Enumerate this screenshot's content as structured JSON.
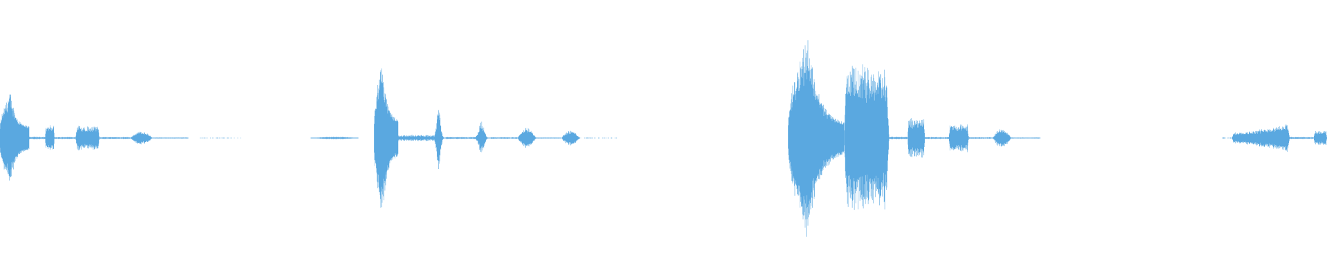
{
  "waveform": {
    "color": "#5aa8e0",
    "background": "#ffffff",
    "segments": [
      {
        "kind": "burst",
        "start": 0.0,
        "end": 0.022,
        "peak": 0.38,
        "body": 0.08
      },
      {
        "kind": "tail",
        "start": 0.022,
        "end": 0.034,
        "peak": 0.01
      },
      {
        "kind": "block",
        "start": 0.034,
        "end": 0.041,
        "peak": 0.1
      },
      {
        "kind": "tail",
        "start": 0.041,
        "end": 0.057,
        "peak": 0.008
      },
      {
        "kind": "block",
        "start": 0.057,
        "end": 0.075,
        "peak": 0.1
      },
      {
        "kind": "tail",
        "start": 0.075,
        "end": 0.098,
        "peak": 0.008
      },
      {
        "kind": "blob",
        "start": 0.098,
        "end": 0.115,
        "peak": 0.055
      },
      {
        "kind": "tail",
        "start": 0.115,
        "end": 0.142,
        "peak": 0.004
      },
      {
        "kind": "dots",
        "start": 0.15,
        "end": 0.182,
        "peak": 0.003
      },
      {
        "kind": "thin",
        "start": 0.234,
        "end": 0.27,
        "peak": 0.01
      },
      {
        "kind": "burst",
        "start": 0.282,
        "end": 0.3,
        "peak": 0.62,
        "body": 0.12
      },
      {
        "kind": "tail",
        "start": 0.3,
        "end": 0.327,
        "peak": 0.025
      },
      {
        "kind": "spike",
        "start": 0.327,
        "end": 0.336,
        "peak": 0.28
      },
      {
        "kind": "tail",
        "start": 0.336,
        "end": 0.358,
        "peak": 0.008
      },
      {
        "kind": "spike",
        "start": 0.358,
        "end": 0.37,
        "peak": 0.14
      },
      {
        "kind": "tail",
        "start": 0.37,
        "end": 0.39,
        "peak": 0.006
      },
      {
        "kind": "blob",
        "start": 0.39,
        "end": 0.404,
        "peak": 0.08
      },
      {
        "kind": "tail",
        "start": 0.404,
        "end": 0.423,
        "peak": 0.004
      },
      {
        "kind": "blob",
        "start": 0.423,
        "end": 0.437,
        "peak": 0.06
      },
      {
        "kind": "dots",
        "start": 0.437,
        "end": 0.465,
        "peak": 0.003
      },
      {
        "kind": "burst",
        "start": 0.594,
        "end": 0.636,
        "peak": 0.84,
        "body": 0.1
      },
      {
        "kind": "block",
        "start": 0.636,
        "end": 0.67,
        "peak": 0.58
      },
      {
        "kind": "tail",
        "start": 0.67,
        "end": 0.684,
        "peak": 0.01
      },
      {
        "kind": "block",
        "start": 0.684,
        "end": 0.697,
        "peak": 0.16
      },
      {
        "kind": "tail",
        "start": 0.697,
        "end": 0.715,
        "peak": 0.008
      },
      {
        "kind": "block",
        "start": 0.715,
        "end": 0.73,
        "peak": 0.11
      },
      {
        "kind": "tail",
        "start": 0.73,
        "end": 0.748,
        "peak": 0.006
      },
      {
        "kind": "blob",
        "start": 0.748,
        "end": 0.762,
        "peak": 0.08
      },
      {
        "kind": "tail",
        "start": 0.762,
        "end": 0.784,
        "peak": 0.004
      },
      {
        "kind": "dots",
        "start": 0.92,
        "end": 0.928,
        "peak": 0.004
      },
      {
        "kind": "ramp",
        "start": 0.928,
        "end": 0.972,
        "peak": 0.12
      },
      {
        "kind": "tail",
        "start": 0.972,
        "end": 0.99,
        "peak": 0.008
      },
      {
        "kind": "block",
        "start": 0.99,
        "end": 1.0,
        "peak": 0.06
      }
    ]
  }
}
